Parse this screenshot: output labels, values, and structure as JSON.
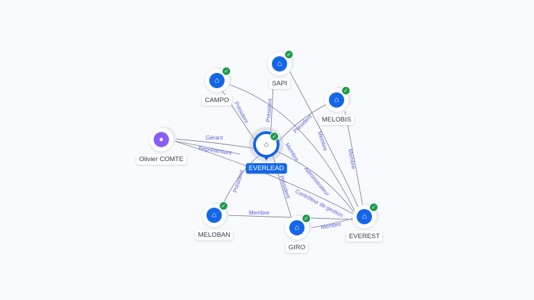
{
  "nodes": {
    "campo": {
      "label": "CAMPO",
      "icon": "building-icon",
      "verified": true
    },
    "sapi": {
      "label": "SAPI",
      "icon": "building-icon",
      "verified": true
    },
    "melobis": {
      "label": "MELOBIS",
      "icon": "building-icon",
      "verified": true
    },
    "olivier": {
      "label": "Olivier COMTE",
      "icon": "person-icon"
    },
    "everlead": {
      "label": "EVERLEAD",
      "icon": "building-icon",
      "verified": true
    },
    "meloban": {
      "label": "MELOBAN",
      "icon": "building-icon",
      "verified": true
    },
    "giro": {
      "label": "GIRO",
      "icon": "building-icon",
      "verified": true
    },
    "everest": {
      "label": "EVEREST",
      "icon": "building-icon",
      "verified": true
    }
  },
  "edges": [
    {
      "from": "CAMPO",
      "to": "EVERLEAD",
      "label": "Président"
    },
    {
      "from": "SAPI",
      "to": "EVERLEAD",
      "label": "Président"
    },
    {
      "from": "MELOBIS",
      "to": "EVERLEAD",
      "label": "Président"
    },
    {
      "from": "Olivier COMTE",
      "to": "EVERLEAD",
      "label": "Gérant"
    },
    {
      "from": "Olivier COMTE",
      "to": "EVERLEAD",
      "label": "Représentant"
    },
    {
      "from": "Olivier COMTE",
      "to": "EVEREST",
      "label": "Contrôleur de gestion"
    },
    {
      "from": "CAMPO",
      "to": "EVEREST",
      "label": "Membre"
    },
    {
      "from": "SAPI",
      "to": "EVEREST",
      "label": "Membre"
    },
    {
      "from": "MELOBIS",
      "to": "EVEREST",
      "label": "Membre"
    },
    {
      "from": "EVERLEAD",
      "to": "EVEREST",
      "label": "Administrateur"
    },
    {
      "from": "MELOBAN",
      "to": "EVERLEAD",
      "label": "Président"
    },
    {
      "from": "EVERLEAD",
      "to": "GIRO",
      "label": "Président"
    },
    {
      "from": "MELOBAN",
      "to": "EVEREST",
      "label": "Membre"
    },
    {
      "from": "GIRO",
      "to": "EVEREST",
      "label": "Membre"
    }
  ]
}
